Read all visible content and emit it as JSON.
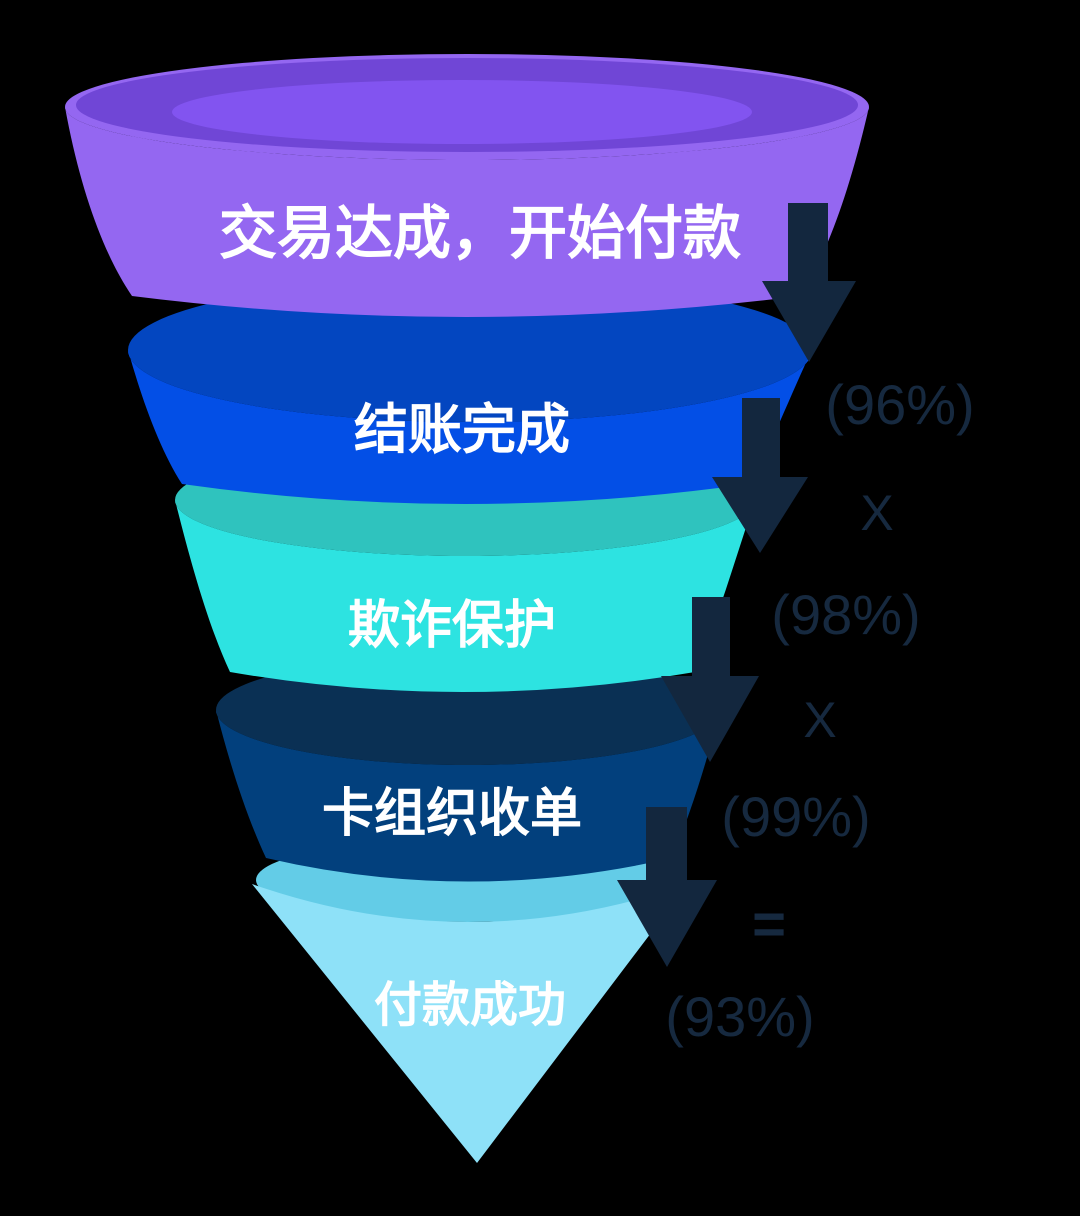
{
  "chart_data": {
    "type": "funnel",
    "description": "Payment success conversion funnel with step-through rates multiplying to overall success rate",
    "stages": [
      {
        "label": "交易达成，开始付款",
        "body_color": "#9467F1",
        "top_color": "#7046D6",
        "inner_color": "#8254F0",
        "rate": null
      },
      {
        "label": "结账完成",
        "body_color": "#034FE6",
        "top_color": "#0346C0",
        "rate": "(96%)"
      },
      {
        "label": "欺诈保护",
        "body_color": "#2DE3E1",
        "top_color": "#2FC3BE",
        "rate": "(98%)"
      },
      {
        "label": "卡组织收单",
        "body_color": "#02407D",
        "top_color": "#0A3054",
        "rate": "(99%)"
      },
      {
        "label": "付款成功",
        "body_color": "#8EE1F8",
        "top_color": "#63CCE7",
        "rate": "(93%)"
      }
    ],
    "operators": [
      "X",
      "X",
      "="
    ],
    "equation": "(96%) X (98%) X (99%) = (93%)",
    "arrow_color": "#13273E",
    "annotation_color": "#16293F",
    "stage_text_color": "#FFFFFF",
    "background_color": "#000000"
  }
}
